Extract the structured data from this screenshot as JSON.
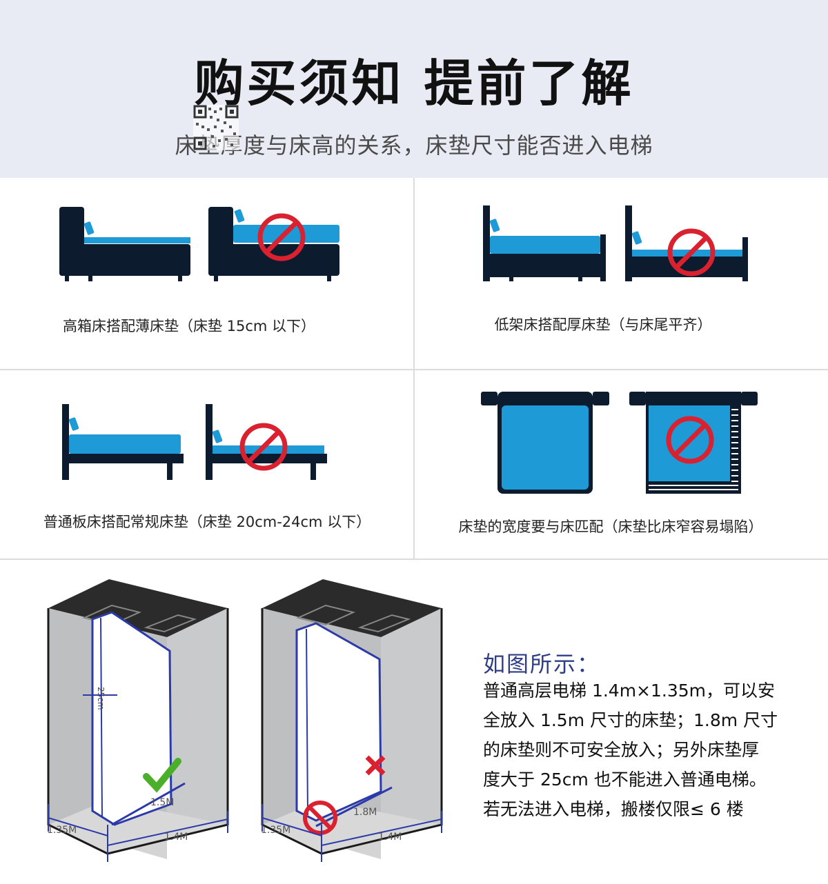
{
  "header": {
    "title": "购买须知  提前了解",
    "subtitle": "床垫厚度与床高的关系，床垫尺寸能否进入电梯"
  },
  "panels": [
    {
      "caption": "高箱床搭配薄床垫（床垫 15cm 以下）"
    },
    {
      "caption": "低架床搭配厚床垫（与床尾平齐）"
    },
    {
      "caption": "普通板床搭配常规床垫（床垫 20cm-24cm 以下）"
    },
    {
      "caption": "床垫的宽度要与床匹配（床垫比床窄容易塌陷）"
    }
  ],
  "elevator": {
    "left": {
      "depth_label": "1.35M",
      "width_label": "1.4M",
      "mattress_label": "1.5M",
      "thickness_label": "25cm"
    },
    "right": {
      "depth_label": "1.35M",
      "width_label": "1.4M",
      "mattress_label": "1.8M"
    }
  },
  "info": {
    "title": "如图所示：",
    "lines": [
      "普通高层电梯 1.4m×1.35m，可以安",
      "全放入 1.5m 尺寸的床垫；1.8m 尺寸",
      "的床垫则不可安全放入；另外床垫厚",
      "度大于 25cm 也不能进入普通电梯。",
      "若无法进入电梯，搬楼仅限≤ 6 楼"
    ]
  },
  "colors": {
    "bed_dark": "#0d1b2e",
    "mattress_blue": "#1e9ad6",
    "forbid_red": "#d9212f",
    "check_green": "#4caf2a",
    "outline_blue": "#2b3aa8",
    "header_bg": "#e8ebf4"
  }
}
